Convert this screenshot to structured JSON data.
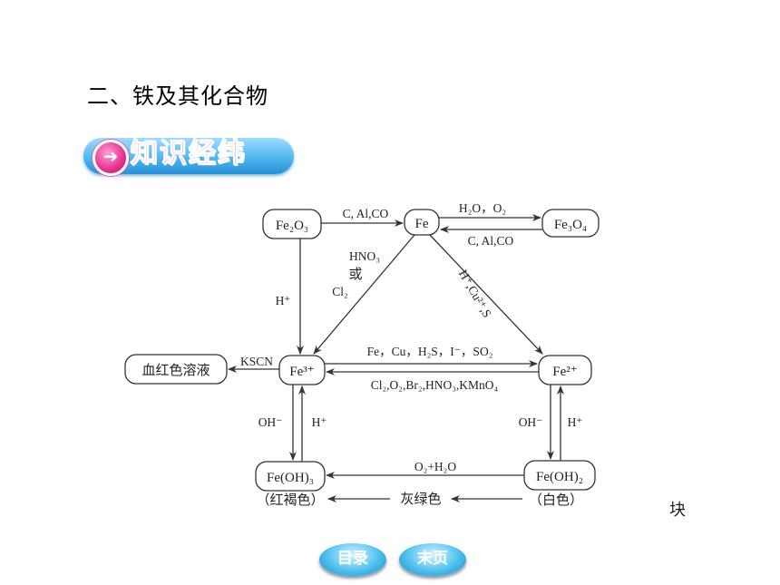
{
  "heading": "二、铁及其化合物",
  "banner": {
    "icon": "arrow-right-icon",
    "title": "知识经纬"
  },
  "diagram": {
    "nodes": {
      "fe2o3": "Fe₂O₃",
      "fe": "Fe",
      "fe3o4": "Fe₃O₄",
      "blood_red": "血红色溶液",
      "fe3": "Fe³⁺",
      "fe2": "Fe²⁺",
      "feoh3": "Fe(OH)₃",
      "feoh2": "Fe(OH)₂"
    },
    "labels": {
      "fe2o3_to_fe": "C, Al,CO",
      "fe_to_fe3o4": "H₂O，O₂",
      "fe3o4_to_fe": "C, Al,CO",
      "fe2o3_to_fe3_h": "H⁺",
      "fe_to_fe3_a": "HNO₃",
      "fe_to_fe3_b": "或",
      "fe_to_fe3_c": "Cl₂",
      "fe_to_fe2": "H⁺,Cu²⁺,S",
      "fe3_to_fe2": "Fe，Cu，H₂S，I⁻，SO₂",
      "fe2_to_fe3": "Cl₂,O₂,Br₂,HNO₃,KMnO₄",
      "kscn": "KSCN",
      "fe3_oh": "OH⁻",
      "fe3_h": "H⁺",
      "fe2_oh": "OH⁻",
      "fe2_h": "H⁺",
      "feoh2_to_feoh3": "O₂+H₂O",
      "red_brown": "（红褐色）",
      "gray_green": "灰绿色",
      "white": "（白色）"
    }
  },
  "side_fragment": "块",
  "nav": {
    "catalog": "目录",
    "last_page": "末页"
  }
}
